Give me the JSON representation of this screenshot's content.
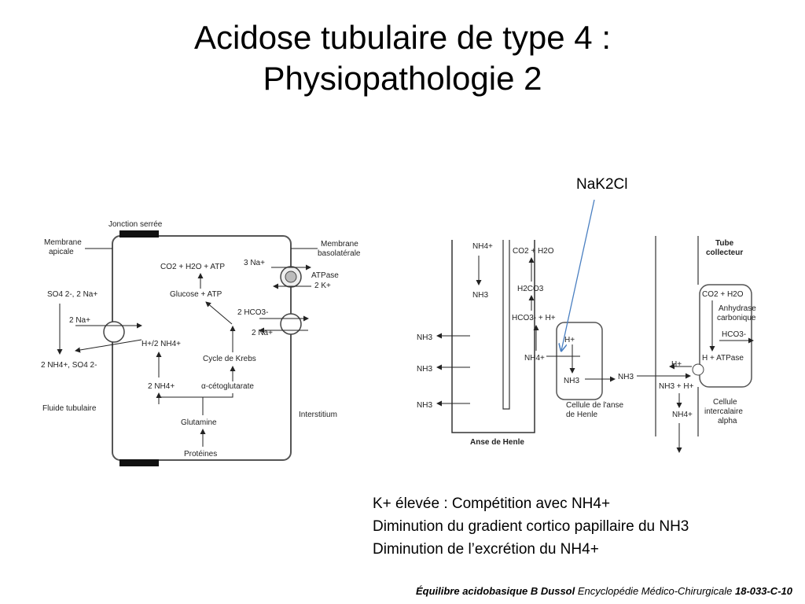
{
  "title": {
    "line1": "Acidose tubulaire de type 4 :",
    "line2": "Physiopathologie 2"
  },
  "callout": "NaK2Cl",
  "left_diagram": {
    "jonction": "Jonction serrée",
    "membrane_apicale": [
      "Membrane",
      "apicale"
    ],
    "membrane_basolaterale": [
      "Membrane",
      "basolatérale"
    ],
    "co2_h2o_atp": "CO2 + H2O + ATP",
    "glucose_atp": "Glucose + ATP",
    "na3": "3 Na+",
    "atpase": "ATPase",
    "k2": "2 K+",
    "so4_2na": "SO4 2-, 2 Na+",
    "na2_in": "2 Na+",
    "hco3_2": "2 HCO3-",
    "na2_out": "2 Na+",
    "h_nh4": "H+/2 NH4+",
    "cycle_krebs": "Cycle de Krebs",
    "nh4_so4": "2 NH4+, SO4 2-",
    "nh4_2": "2 NH4+",
    "cetoglutarate": "α-cétoglutarate",
    "fluide": "Fluide tubulaire",
    "glutamine": "Glutamine",
    "interstitium": "Interstitium",
    "proteines": "Protéines"
  },
  "right_diagram": {
    "nh4_top": "NH4+",
    "nh3_top": "NH3",
    "co2_h2o": "CO2 + H2O",
    "h2co3": "H2CO3",
    "hco3_h": "HCO3- + H+",
    "h_cell": "H+",
    "nh4_mid": "NH4+",
    "nh3_cell": "NH3",
    "nh3_a": "NH3",
    "nh3_b": "NH3",
    "nh3_c": "NH3",
    "nh3_mid": "NH3",
    "cellule_anse": [
      "Cellule de l'anse",
      "de Henle"
    ],
    "anse": "Anse de Henle",
    "tube_collecteur": [
      "Tube",
      "collecteur"
    ],
    "co2_h2o_r": "CO2 + H2O",
    "anhydrase": [
      "Anhydrase",
      "carbonique"
    ],
    "hco3_r": "HCO3-",
    "h_atpase": "H + ATPase",
    "h_left": "H+",
    "nh3_h": "NH3 + H+",
    "nh4_bottom": "NH4+",
    "cellule_alpha": [
      "Cellule",
      "intercalaire",
      "alpha"
    ]
  },
  "bullets": [
    "K+ élevée : Compétition avec NH4+",
    "Diminution du gradient cortico papillaire du NH3",
    "Diminution de l’excrétion du NH4+"
  ],
  "reference": {
    "part1": "Équilibre acidobasique B Dussol",
    "part2": " Encyclopédie Médico-Chirurgicale ",
    "part3": "18-033-C-10"
  },
  "colors": {
    "callout_line": "#4a7fc1",
    "outline": "#555555"
  }
}
